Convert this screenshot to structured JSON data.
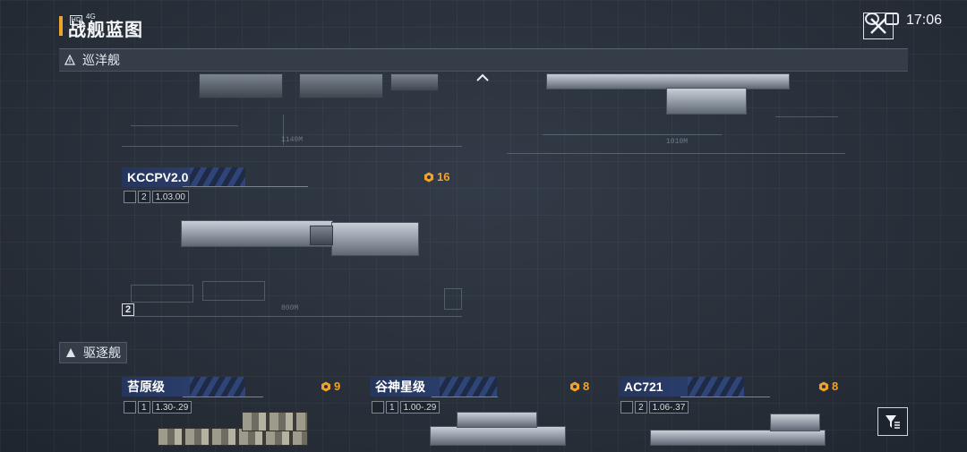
{
  "status_bar": {
    "time": "17:06",
    "hd_badge": "HD",
    "signal": "4G"
  },
  "header": {
    "title": "战舰蓝图"
  },
  "sections": {
    "cruiser": {
      "label": "巡洋舰"
    },
    "destroyer": {
      "label": "驱逐舰"
    }
  },
  "ships": [
    {
      "name": "KCCPV2.0",
      "cost": "16",
      "tier": "2",
      "stat": "1.03",
      "stat_suffix": ".00",
      "blueprint_num": "2"
    },
    {
      "name": "苔原级",
      "cost": "9",
      "tier": "1",
      "stat": "1.30",
      "stat_suffix": "-.29"
    },
    {
      "name": "谷神星级",
      "cost": "8",
      "tier": "1",
      "stat": "1.00",
      "stat_suffix": "-.29"
    },
    {
      "name": "AC721",
      "cost": "8",
      "tier": "2",
      "stat": "1.06",
      "stat_suffix": "-.37"
    }
  ],
  "blueprint_text": {
    "length_1": "1140M",
    "length_2": "1010M",
    "length_3": "800M"
  },
  "icons": {
    "close": "close-x-icon",
    "filter": "filter-icon",
    "collapse": "chevron-up-icon",
    "cost": "hexagon-cost-icon",
    "section": "triangle-icon"
  },
  "colors": {
    "accent": "#e8a62c",
    "label_blue": "#2a3d6a",
    "background": "#2a323d"
  }
}
